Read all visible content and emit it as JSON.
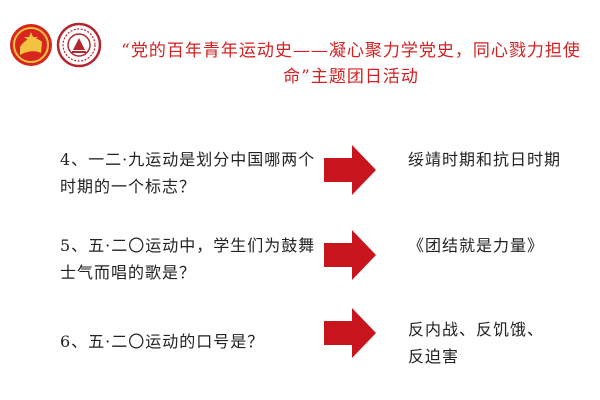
{
  "header": {
    "title": "“党的百年青年运动史——凝心聚力学党史，同心戮力担使命”主题团日活动"
  },
  "qa": [
    {
      "question": "4、一二·九运动是划分中国哪两个时期的一个标志？",
      "answer": "绥靖时期和抗日时期"
    },
    {
      "question": "5、五·二〇运动中，学生们为鼓舞士气而唱的歌是？",
      "answer": "《团结就是力量》"
    },
    {
      "question": "6、五·二〇运动的口号是？",
      "answer": "反内战、反饥饿、反迫害"
    }
  ],
  "colors": {
    "title": "#d42020",
    "arrow": "#c8141c",
    "text": "#222222"
  },
  "icons": {
    "logo_left": "communist-youth-league-emblem-icon",
    "logo_right": "school-seal-icon",
    "arrow": "right-arrow-icon"
  }
}
